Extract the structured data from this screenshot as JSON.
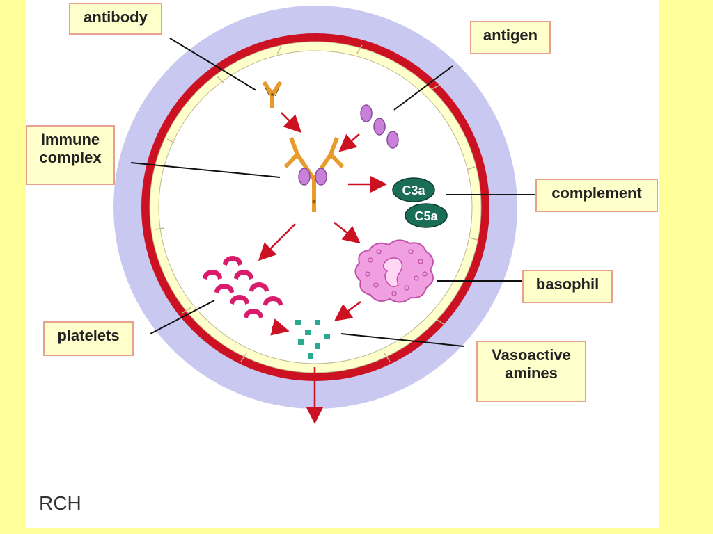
{
  "labels": {
    "antibody": "antibody",
    "antigen": "antigen",
    "immune_complex_line1": "Immune",
    "immune_complex_line2": "complex",
    "complement": "complement",
    "basophil": "basophil",
    "platelets": "platelets",
    "vasoactive_line1": "Vasoactive",
    "vasoactive_line2": "amines"
  },
  "complement_tags": {
    "c3a": "C3a",
    "c5a": "C5a"
  },
  "credit": "RCH",
  "colors": {
    "background": "#ffff99",
    "panel": "#ffffff",
    "halo": "#c8c8f0",
    "vessel_wall": "#cc1122",
    "endothelium": "#ffffcc",
    "antibody": "#e89a2a",
    "antigen": "#c880d8",
    "complement": "#1a6e55",
    "basophil": "#f0a0e0",
    "platelet": "#d81b6a",
    "amine": "#2aa890",
    "arrow": "#cc1122",
    "label_fill": "#ffffcc",
    "label_border": "#e8a090"
  }
}
